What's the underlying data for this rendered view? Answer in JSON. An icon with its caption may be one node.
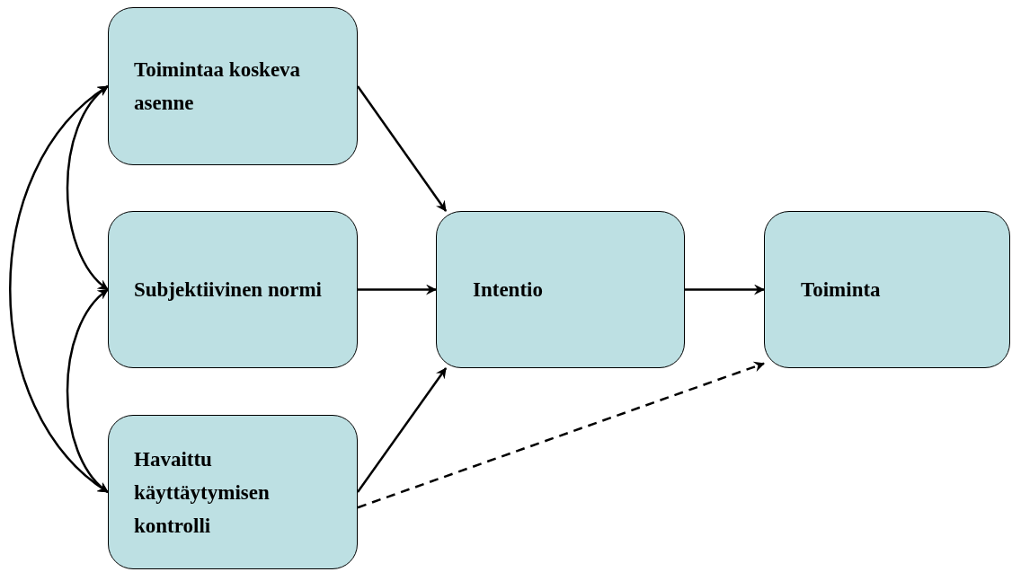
{
  "diagram": {
    "nodes": [
      {
        "text": [
          "Toimintaa koskeva asenne"
        ]
      },
      {
        "text": [
          "Subjektiivinen normi"
        ]
      },
      {
        "text": [
          "Havaittu käyttäytymisen kontrolli"
        ]
      },
      {
        "text": [
          "Intentio"
        ]
      },
      {
        "text": [
          "Toiminta"
        ]
      }
    ],
    "edges": [
      {
        "from": 0,
        "to": 3,
        "arrow": "to"
      },
      {
        "from": 1,
        "to": 3,
        "arrow": "to"
      },
      {
        "from": 2,
        "to": 3,
        "arrow": "to"
      },
      {
        "from": 3,
        "to": 4,
        "arrow": "to"
      },
      {
        "from": 2,
        "to": 4,
        "arrow": "to",
        "style": "dashed"
      },
      {
        "from": 0,
        "to": 1,
        "arrow": "both"
      },
      {
        "from": 1,
        "to": 2,
        "arrow": "both"
      },
      {
        "from": 0,
        "to": 2,
        "arrow": "both"
      }
    ]
  }
}
